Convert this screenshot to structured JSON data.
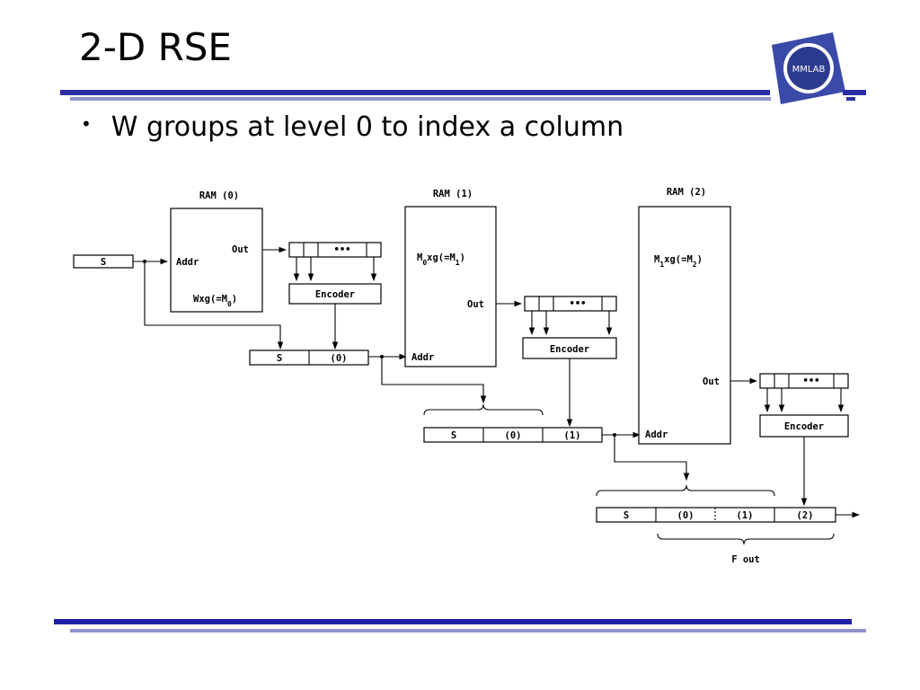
{
  "title": "2-D RSE",
  "bullet": "W groups at level 0 to index a column",
  "logo_text": "MMLAB",
  "colors": {
    "rule_dark": "#2e2ea4",
    "rule_light": "#8e92cc",
    "logo_blue": "#3a4aa8"
  },
  "diagram": {
    "ram0": {
      "title": "RAM (0)",
      "addr": "Addr",
      "out": "Out",
      "size": "Wxg(=M0)"
    },
    "ram1": {
      "title": "RAM (1)",
      "addr": "Addr",
      "out": "Out",
      "size": "M0xg(=M1)"
    },
    "ram2": {
      "title": "RAM (2)",
      "addr": "Addr",
      "out": "Out",
      "size": "M1xg(=M2)"
    },
    "input": "S",
    "encoder": "Encoder",
    "dots": "•••",
    "reg1": [
      "S",
      "(0)"
    ],
    "reg2": [
      "S",
      "(0)",
      "(1)"
    ],
    "reg3": [
      "S",
      "(0)",
      "(1)",
      "(2)"
    ],
    "fout": "F out"
  }
}
